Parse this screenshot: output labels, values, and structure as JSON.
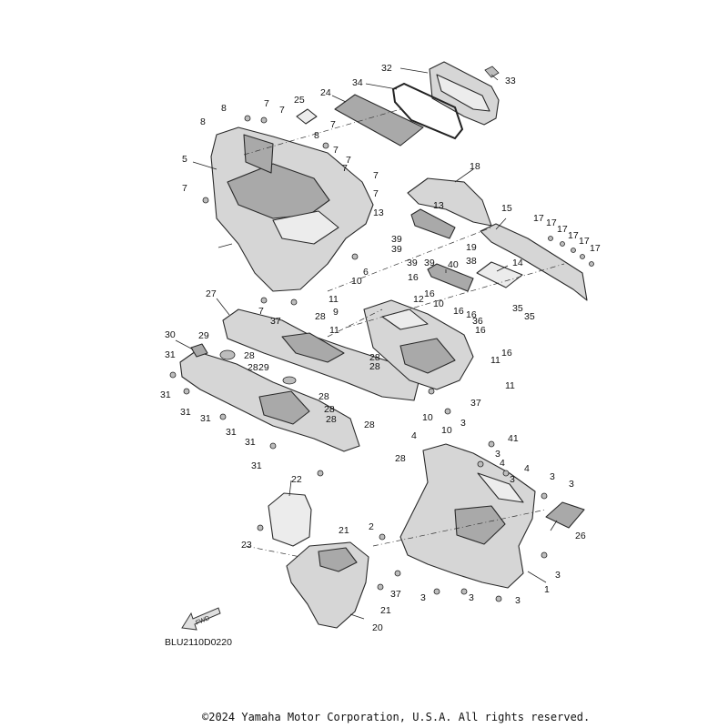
{
  "diagram_code": "BLU2110D0220",
  "copyright": "©2024 Yamaha Motor Corporation, U.S.A. All rights reserved.",
  "fwd_label": "FWD",
  "callouts": [
    "32",
    "33",
    "34",
    "24",
    "25",
    "7",
    "8",
    "8",
    "7",
    "7",
    "8",
    "5",
    "7",
    "7",
    "7",
    "7",
    "7",
    "7",
    "18",
    "13",
    "13",
    "39",
    "39",
    "19",
    "39",
    "38",
    "39",
    "15",
    "17",
    "17",
    "17",
    "17",
    "17",
    "17",
    "40",
    "14",
    "6",
    "10",
    "16",
    "16",
    "11",
    "27",
    "12",
    "10",
    "16",
    "9",
    "16",
    "35",
    "35",
    "7",
    "37",
    "28",
    "11",
    "36",
    "16",
    "30",
    "29",
    "28",
    "28",
    "28",
    "16",
    "31",
    "28",
    "29",
    "11",
    "31",
    "28",
    "11",
    "31",
    "28",
    "37",
    "31",
    "28",
    "10",
    "10",
    "31",
    "28",
    "3",
    "41",
    "4",
    "31",
    "3",
    "28",
    "4",
    "3",
    "4",
    "31",
    "3",
    "22",
    "3",
    "21",
    "26",
    "2",
    "23",
    "3",
    "37",
    "21",
    "20",
    "1",
    "3",
    "3",
    "3"
  ]
}
